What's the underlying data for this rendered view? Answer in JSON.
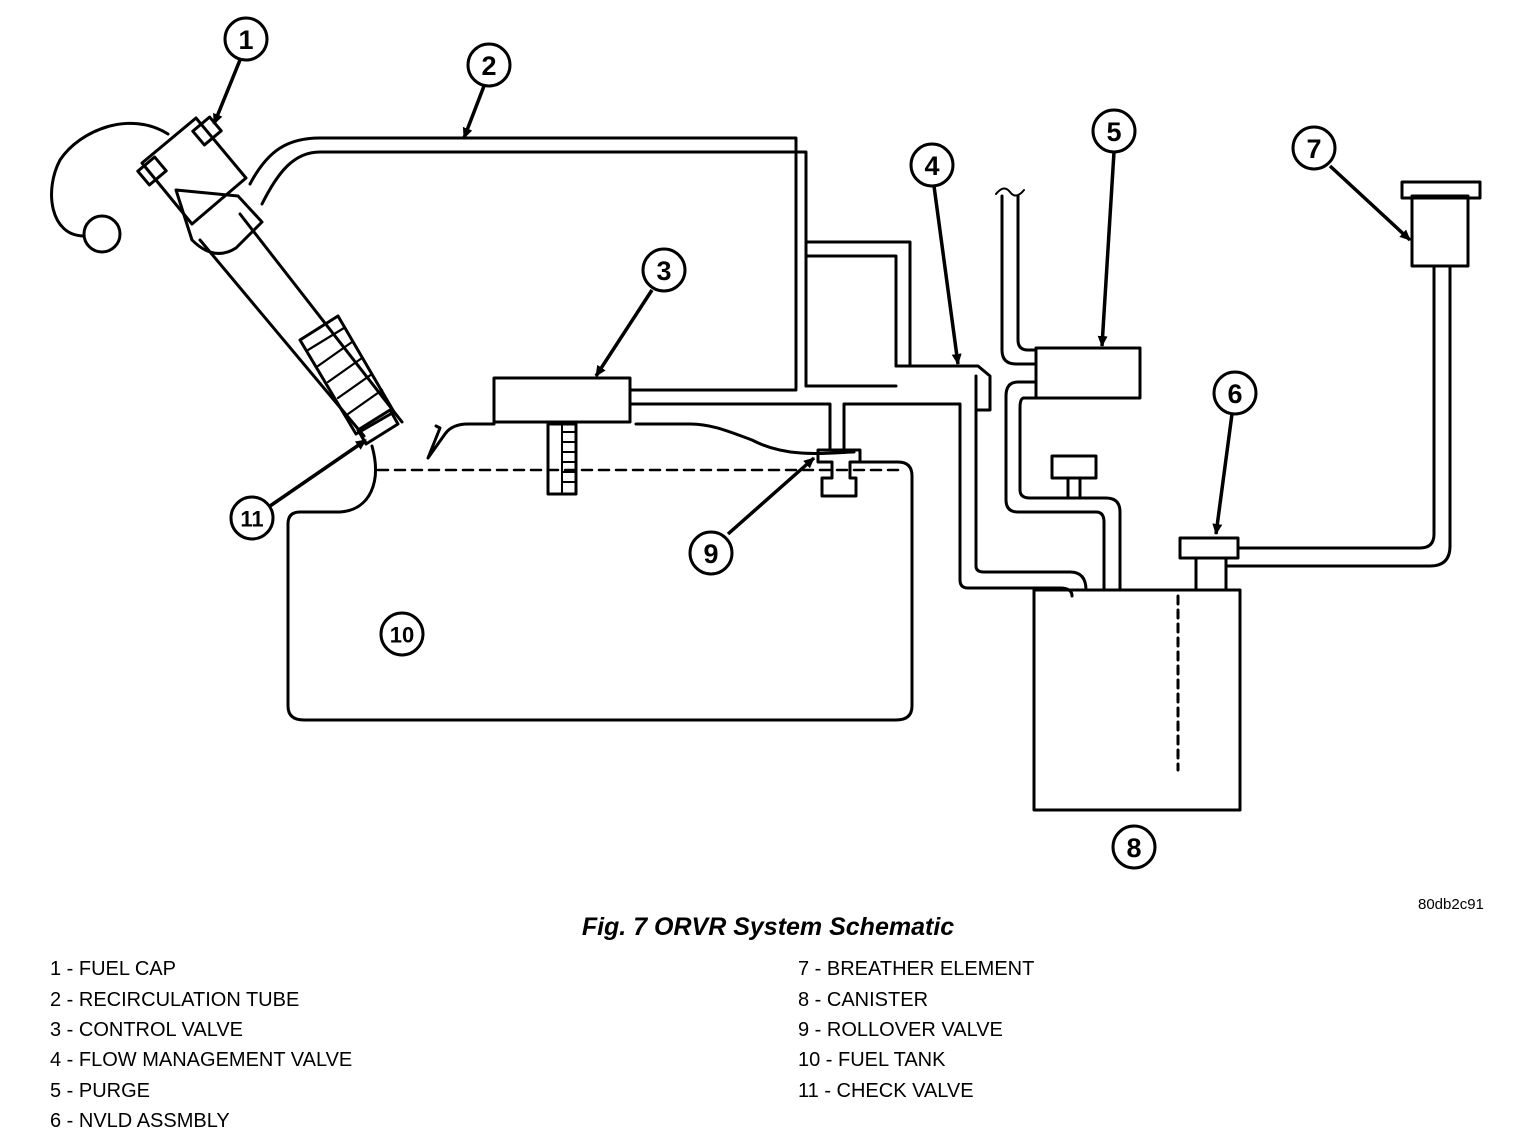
{
  "figure": {
    "title": "Fig. 7 ORVR System Schematic",
    "ref_code": "80db2c91"
  },
  "callouts": [
    "1",
    "2",
    "3",
    "4",
    "5",
    "6",
    "7",
    "8",
    "9",
    "10",
    "11"
  ],
  "legend": {
    "left": [
      "1 - FUEL CAP",
      "2 - RECIRCULATION TUBE",
      "3 - CONTROL VALVE",
      "4 - FLOW MANAGEMENT VALVE",
      "5 - PURGE",
      "6 - NVLD ASSMBLY"
    ],
    "right": [
      "7 - BREATHER ELEMENT",
      "8 - CANISTER",
      "9 - ROLLOVER VALVE",
      "10 - FUEL TANK",
      "11 - CHECK VALVE"
    ]
  }
}
